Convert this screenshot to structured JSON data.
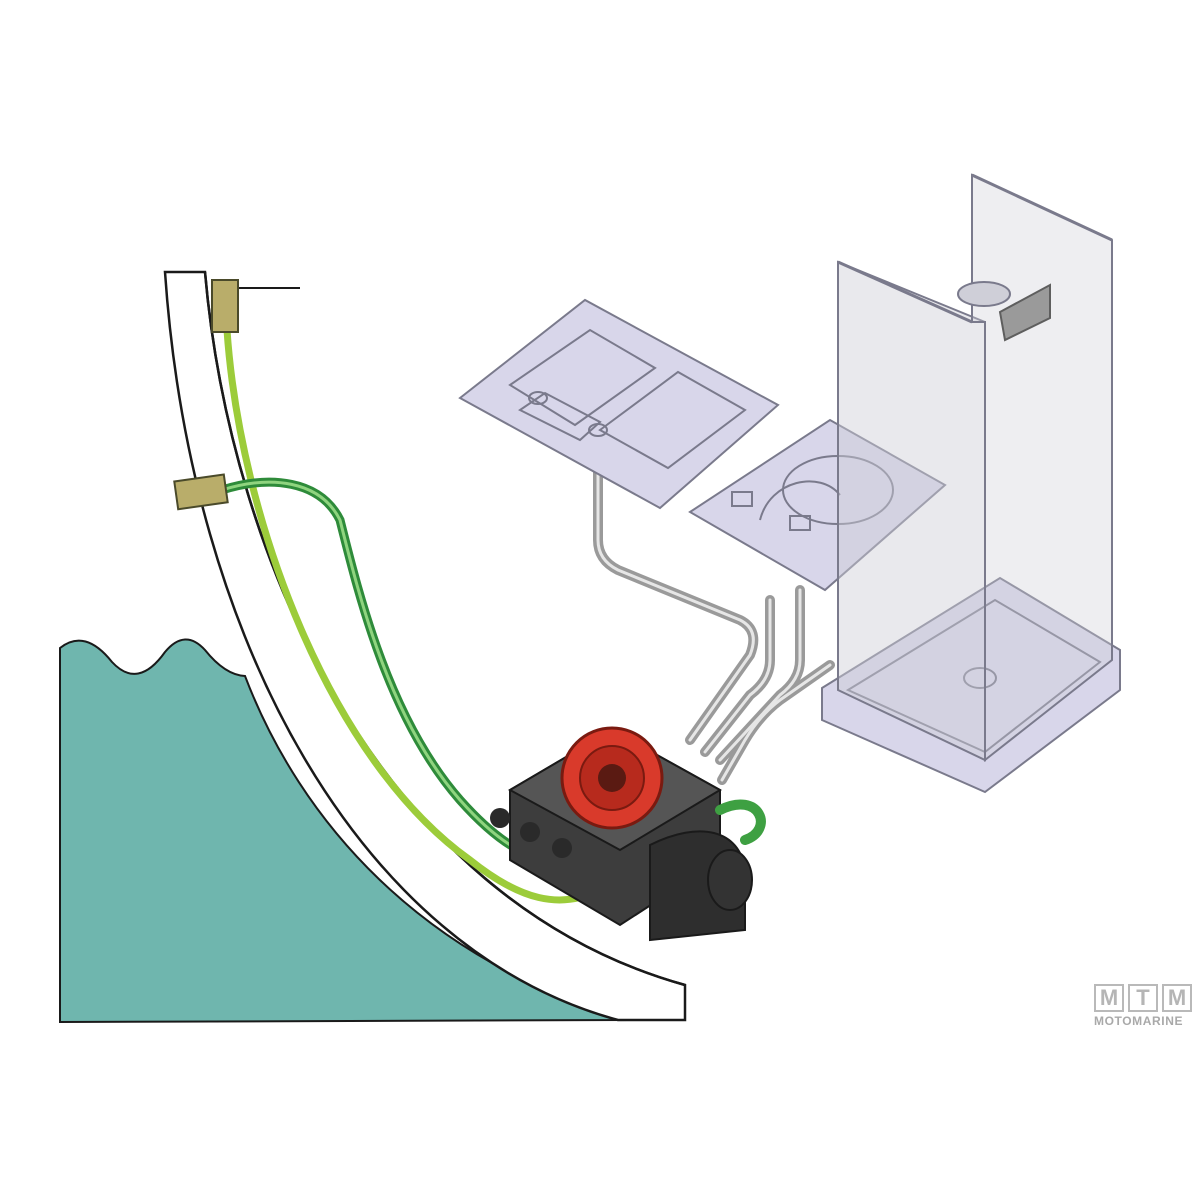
{
  "colors": {
    "water": "#6fb6ae",
    "hull_stroke": "#1a1a1a",
    "intake_hose": "#2e8b3a",
    "intake_hose_light": "#8fd47f",
    "discharge_hose": "#9ccc3a",
    "drain_pipe": "#9a9a9a",
    "fixture_fill": "#d8d6ea",
    "fixture_stroke": "#7a7a8c",
    "pump_body": "#3d3d3d",
    "pump_impeller": "#d93a2b",
    "fitting": "#b9ad6a",
    "logo_grey": "#b5b5b5"
  },
  "icons": {
    "pump": "pump-icon",
    "sink": "double-sink-icon",
    "washbasin": "washbasin-icon",
    "shower": "shower-enclosure-icon",
    "through_hull": "through-hull-fitting-icon"
  },
  "logo": {
    "letters": [
      "M",
      "T",
      "M"
    ],
    "word": "MOTOMARINE"
  }
}
